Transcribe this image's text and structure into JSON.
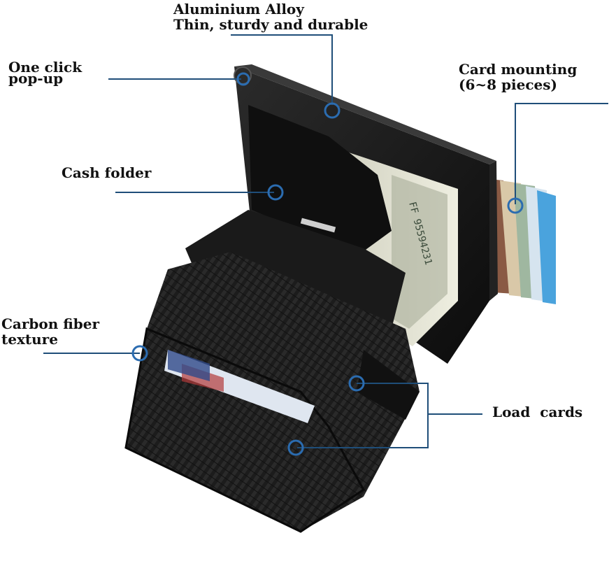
{
  "theme": {
    "background": "#ffffff",
    "label_text": "#111111",
    "callout_line": "#1f4e79",
    "callout_marker": "#2b6cb0",
    "wallet_body": "#1a1a1a",
    "aluminium_case": "#141414",
    "banknote": "#d8d8c8",
    "red_card": "#b83a3a"
  },
  "callouts": {
    "aluminium": {
      "line1": "Aluminium Alloy",
      "line2": "Thin, sturdy and durable"
    },
    "popup": {
      "line1": "One click",
      "line2": "pop-up"
    },
    "card_mounting": {
      "line1": "Card mounting",
      "line2": "(6~8 pieces)"
    },
    "cash_folder": {
      "line1": "Cash folder"
    },
    "carbon_fiber": {
      "line1": "Carbon fiber",
      "line2": "texture"
    },
    "load_cards": {
      "line1": "Load  cards"
    }
  }
}
